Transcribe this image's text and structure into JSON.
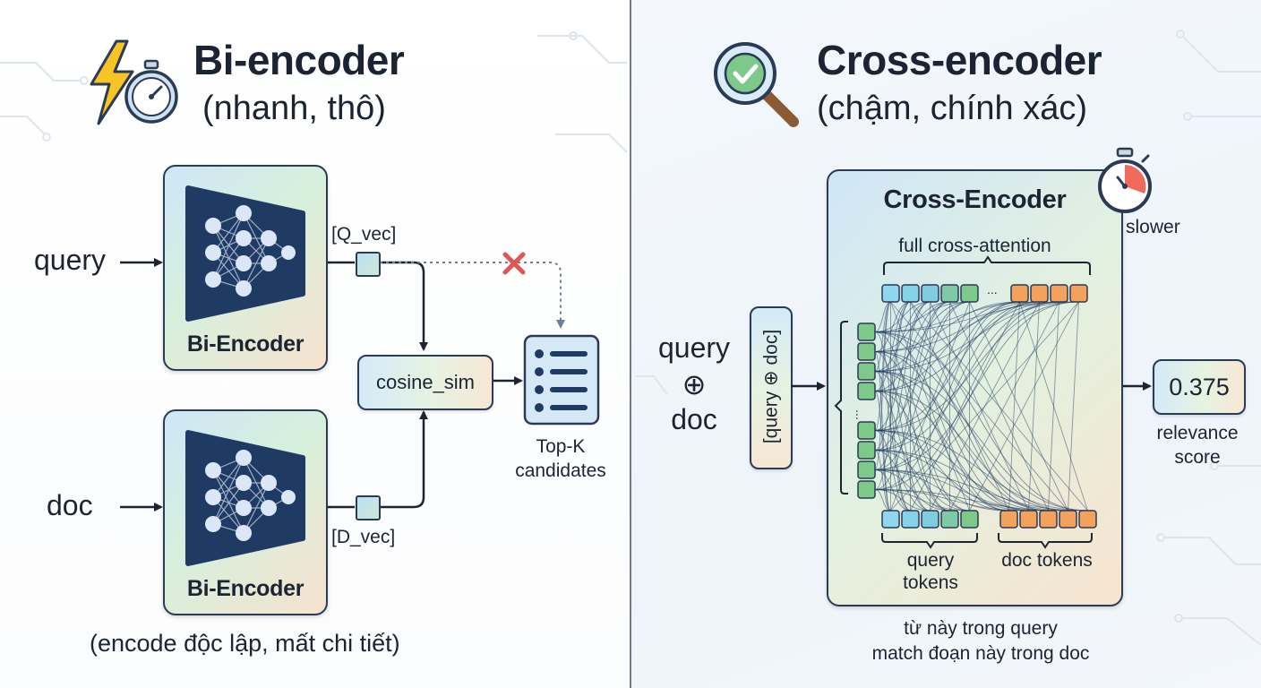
{
  "left": {
    "title": "Bi-encoder",
    "subtitle": "(nhanh, thô)",
    "query_label": "query",
    "doc_label": "doc",
    "encoder_top_name": "Bi-Encoder",
    "encoder_bottom_name": "Bi-Encoder",
    "q_vec_label": "[Q_vec]",
    "d_vec_label": "[D_vec]",
    "cosine_label": "cosine_sim",
    "topk_line1": "Top-K",
    "topk_line2": "candidates",
    "footnote": "(encode độc lập, mất chi tiết)"
  },
  "right": {
    "title": "Cross-encoder",
    "subtitle": "(chậm, chính xác)",
    "input_line1": "query",
    "input_op": "⊕",
    "input_line2": "doc",
    "concat_label": "[query ⊕ doc]",
    "box_title": "Cross-Encoder",
    "attention_label": "full cross-attention",
    "ellipsis": "...",
    "slower_label": "slower",
    "query_tokens_line1": "query",
    "query_tokens_line2": "tokens",
    "doc_tokens_label": "doc tokens",
    "score_value": "0.375",
    "score_line1": "relevance",
    "score_line2": "score",
    "footnote_line1": "từ này trong query",
    "footnote_line2": "match đoạn này trong doc"
  },
  "colors": {
    "ink": "#1c2433",
    "navy": "#1f3a63",
    "query_token": "#7fd3ee",
    "doc_token": "#f4a25b",
    "col_token": "#7cc98a",
    "cross_x": "#e05555",
    "dotted_arrow": "#6d7f93"
  },
  "icons": {
    "left_title_icon": "lightning-stopwatch-icon",
    "right_title_icon": "magnifier-check-icon",
    "timer_icon": "stopwatch-icon",
    "list_icon": "list-icon",
    "blocked_icon": "cross-icon"
  }
}
